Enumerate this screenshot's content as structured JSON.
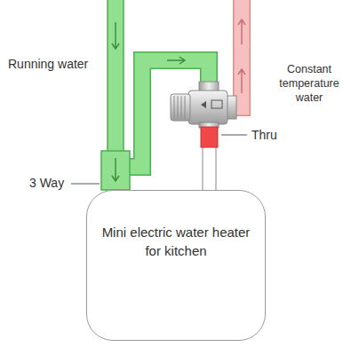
{
  "diagram": {
    "nodes": [
      {
        "text": [
          "Mini electric water heater for kitchen"
        ]
      }
    ],
    "labels": [
      "Running water",
      "Constant temperature water",
      "3 Way",
      "Thru"
    ]
  }
}
